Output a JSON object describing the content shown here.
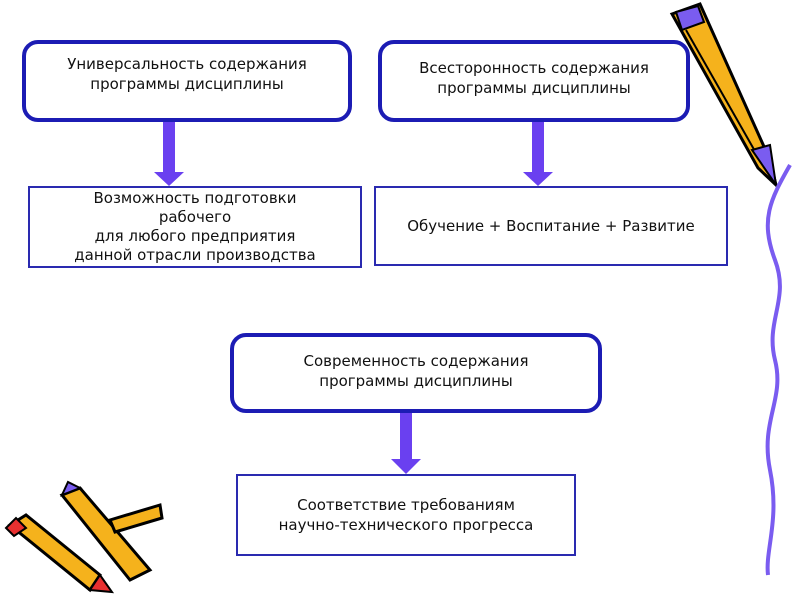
{
  "boxes": {
    "universality": "Универсальность содержания\nпрограммы дисциплины",
    "comprehensiveness": "Всесторонность содержания\nпрограммы дисциплины",
    "possibility": "Возможность подготовки\nрабочего\nдля любого предприятия\nданной отрасли производства",
    "education": "Обучение + Воспитание + Развитие",
    "modernity": "Современность содержания\nпрограммы дисциплины",
    "compliance": "Соответствие требованиям\nнаучно-технического прогресса"
  },
  "colors": {
    "border": "#1c1cb4",
    "arrow": "#6a40f0",
    "pencil": "#f5b21c"
  }
}
